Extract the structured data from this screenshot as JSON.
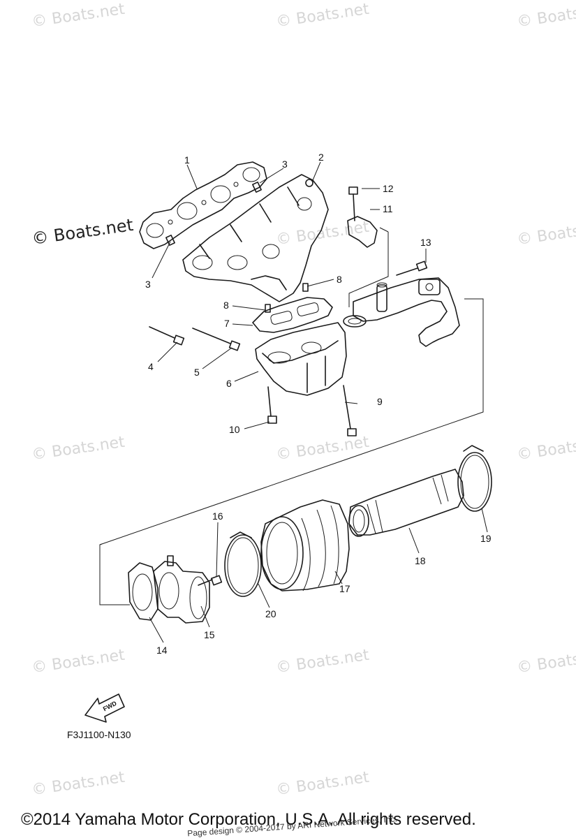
{
  "watermarks": [
    "© Boats.net",
    "© Boats.net",
    "© Boats.net",
    "© Boats.net",
    "© Boats.net",
    "© Boats.net",
    "© Boats.net",
    "© Boats.net",
    "© Boats.net",
    "© Boats.net",
    "© Boats.net",
    "© Boats.net",
    "© Boats.net"
  ],
  "boats_logo": "© Boats.net",
  "callouts": [
    "1",
    "2",
    "3",
    "3",
    "4",
    "5",
    "6",
    "7",
    "8",
    "8",
    "9",
    "10",
    "11",
    "12",
    "13",
    "14",
    "15",
    "16",
    "17",
    "18",
    "19",
    "20"
  ],
  "fwd_label": "FWD",
  "diagram_code": "F3J1100-N130",
  "copyright": "©2014 Yamaha Motor Corporation, U.S.A. All rights reserved.",
  "page_design": "Page design © 2004-2017 by ARI Network Services, Inc."
}
